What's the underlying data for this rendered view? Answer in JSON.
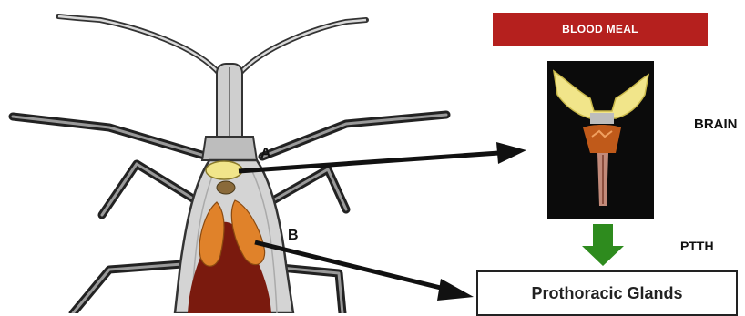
{
  "labels": {
    "blood_meal": "BLOOD MEAL",
    "brain": "BRAIN",
    "ptth": "PTTH",
    "prothoracic_glands": "Prothoracic Glands",
    "marker_a": "A",
    "marker_b": "B"
  },
  "colors": {
    "blood_meal_box": "#b5201e",
    "arrow_green": "#2e8b1e",
    "brain_yellow": "#f1e58a",
    "gland_orange": "#e0822a",
    "gut_red": "#7a1a0e",
    "body_gray": "#cfcfcf"
  }
}
